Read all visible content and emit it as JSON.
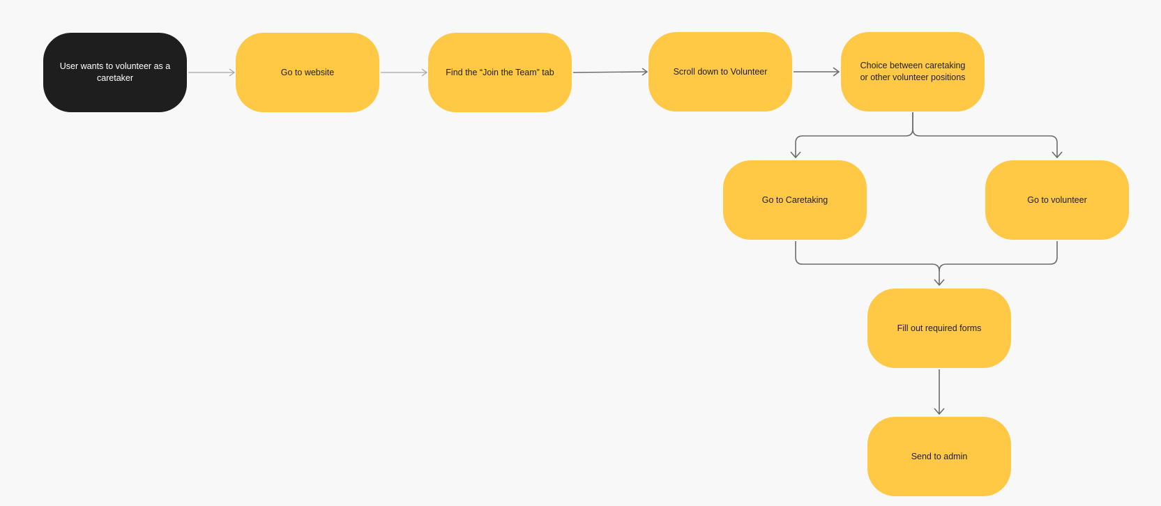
{
  "colors": {
    "background": "#f8f8f8",
    "start_node": "#1e1e1e",
    "step_node": "#ffc845",
    "connector_light": "#a6a6a6",
    "connector_dark": "#6b6b6b"
  },
  "nodes": {
    "start": {
      "label": "User wants to volunteer as a caretaker"
    },
    "website": {
      "label": "Go to website"
    },
    "join_tab": {
      "label": "Find the “Join the Team” tab"
    },
    "scroll": {
      "label": "Scroll down to Volunteer"
    },
    "choice": {
      "label": "Choice between caretaking or other volunteer positions"
    },
    "caretaking": {
      "label": "Go to Caretaking"
    },
    "volunteer": {
      "label": "Go to volunteer"
    },
    "forms": {
      "label": "Fill out required forms"
    },
    "admin": {
      "label": "Send to admin"
    }
  }
}
